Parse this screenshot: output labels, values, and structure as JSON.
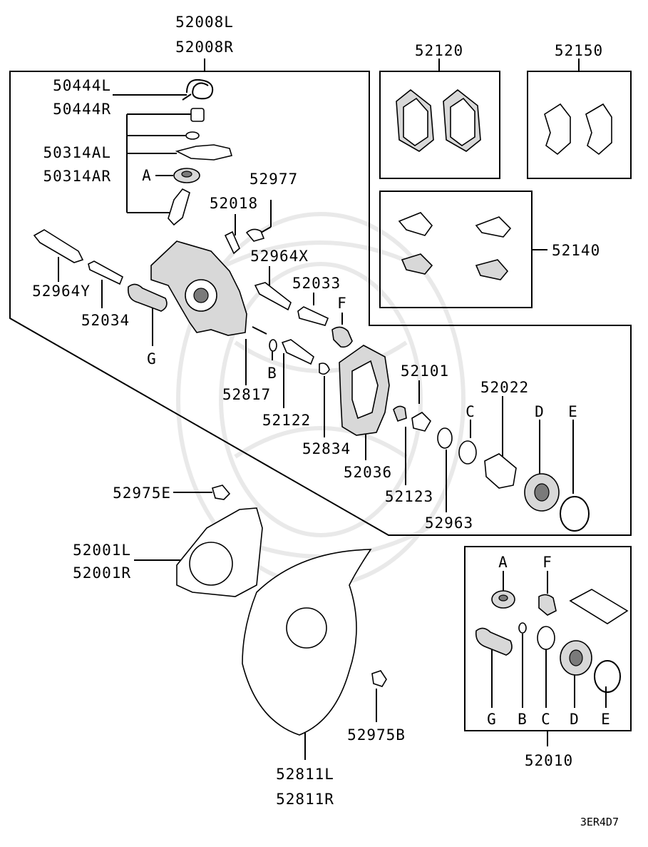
{
  "labels": {
    "p52008L": "52008L",
    "p52008R": "52008R",
    "p52120": "52120",
    "p52150": "52150",
    "p52140": "52140",
    "p50444L": "50444L",
    "p50444R": "50444R",
    "p50314AL": "50314AL",
    "p50314AR": "50314AR",
    "p52977": "52977",
    "p52018": "52018",
    "p52964X": "52964X",
    "p52964Y": "52964Y",
    "p52033": "52033",
    "p52034": "52034",
    "p52817": "52817",
    "p52122": "52122",
    "p52834": "52834",
    "p52036": "52036",
    "p52101": "52101",
    "p52022": "52022",
    "p52123": "52123",
    "p52963": "52963",
    "p52975E": "52975E",
    "p52001L": "52001L",
    "p52001R": "52001R",
    "p52975B": "52975B",
    "p52811L": "52811L",
    "p52811R": "52811R",
    "p52010": "52010",
    "diagram_code": "3ER4D7"
  },
  "callouts": {
    "A": "A",
    "B": "B",
    "C": "C",
    "D": "D",
    "E": "E",
    "F": "F",
    "G": "G"
  }
}
